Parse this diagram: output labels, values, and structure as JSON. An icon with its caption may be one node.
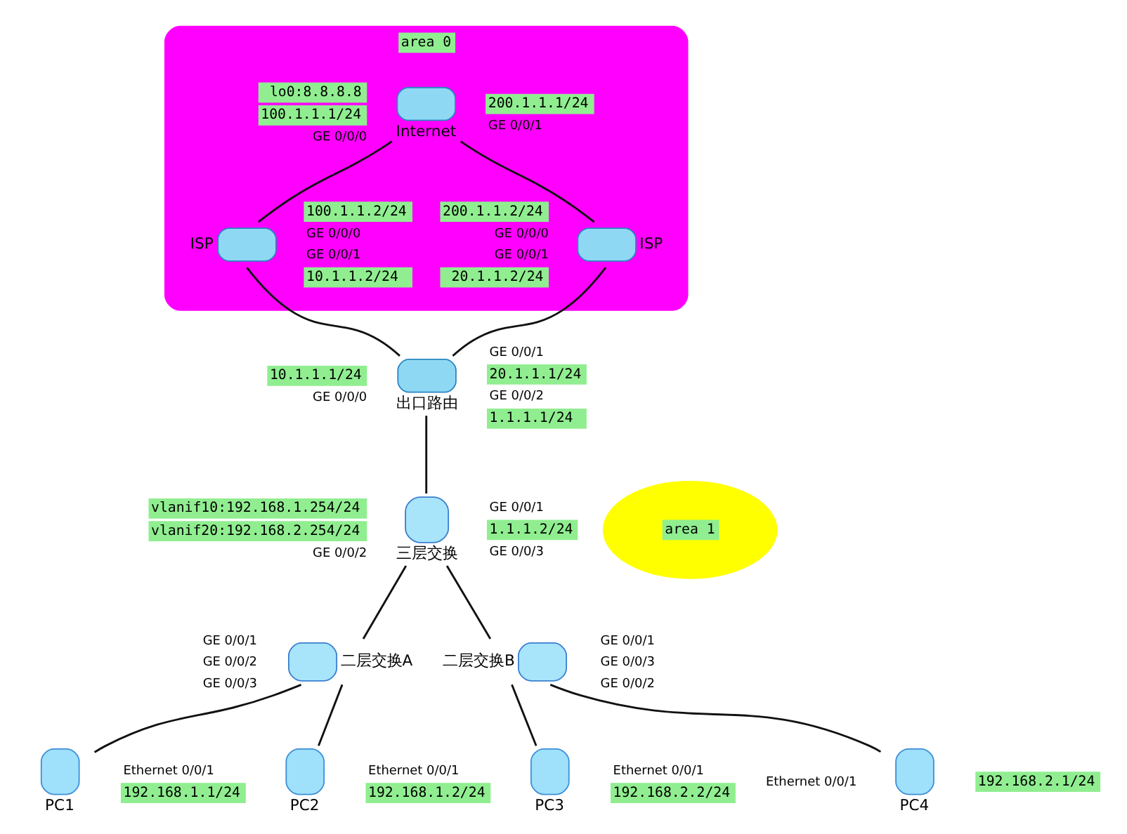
{
  "diagram": {
    "nodes": [
      {
        "text": [
          "area 0"
        ]
      },
      {
        "text": [
          "Internet"
        ],
        "in": 0,
        "beside": [
          "lo0:8.8.8.8",
          "100.1.1.1/24",
          "200.1.1.1/24",
          "GE 0/0/0",
          "GE 0/0/1"
        ]
      },
      {
        "text": [
          "ISP"
        ],
        "in": 0,
        "beside": [
          "100.1.1.2/24",
          "GE 0/0/0",
          "GE 0/0/1",
          "10.1.1.2/24"
        ]
      },
      {
        "text": [
          "ISP"
        ],
        "in": 0,
        "beside": [
          "200.1.1.2/24",
          "GE 0/0/0",
          "GE 0/0/1",
          "20.1.1.2/24"
        ]
      },
      {
        "text": [
          "出口路由"
        ],
        "beside": [
          "10.1.1.1/24",
          "GE 0/0/0",
          "GE 0/0/1",
          "20.1.1.1/24",
          "GE 0/0/2",
          "1.1.1.1/24"
        ]
      },
      {
        "text": [
          "area 1"
        ]
      },
      {
        "text": [
          "三层交换"
        ],
        "beside": [
          "GE 0/0/1",
          "1.1.1.2/24",
          "vlanif10:192.168.1.254/24",
          "vlanif20:192.168.2.254/24",
          "GE 0/0/2",
          "GE 0/0/3"
        ]
      },
      {
        "text": [
          "二层交换A"
        ],
        "beside": [
          "GE 0/0/1",
          "GE 0/0/2",
          "GE 0/0/3"
        ]
      },
      {
        "text": [
          "二层交换B"
        ],
        "beside": [
          "GE 0/0/1",
          "GE 0/0/3",
          "GE 0/0/2"
        ]
      },
      {
        "text": [
          "PC1"
        ],
        "beside": [
          "Ethernet 0/0/1",
          "192.168.1.1/24"
        ]
      },
      {
        "text": [
          "PC2"
        ],
        "beside": [
          "Ethernet 0/0/1",
          "192.168.1.2/24"
        ]
      },
      {
        "text": [
          "PC3"
        ],
        "beside": [
          "Ethernet 0/0/1",
          "192.168.2.2/24"
        ]
      },
      {
        "text": [
          "PC4"
        ],
        "beside": [
          "Ethernet 0/0/1",
          "192.168.2.1/24"
        ]
      }
    ],
    "edges": [
      {
        "from": 1,
        "to": 2,
        "arrow": "none"
      },
      {
        "from": 1,
        "to": 3,
        "arrow": "none"
      },
      {
        "from": 2,
        "to": 4,
        "arrow": "none"
      },
      {
        "from": 3,
        "to": 4,
        "arrow": "none"
      },
      {
        "from": 4,
        "to": 6,
        "arrow": "none"
      },
      {
        "from": 6,
        "to": 7,
        "arrow": "none"
      },
      {
        "from": 6,
        "to": 8,
        "arrow": "none"
      },
      {
        "from": 7,
        "to": 9,
        "arrow": "none"
      },
      {
        "from": 7,
        "to": 10,
        "arrow": "none"
      },
      {
        "from": 8,
        "to": 11,
        "arrow": "none"
      },
      {
        "from": 8,
        "to": 12,
        "arrow": "none"
      }
    ]
  }
}
